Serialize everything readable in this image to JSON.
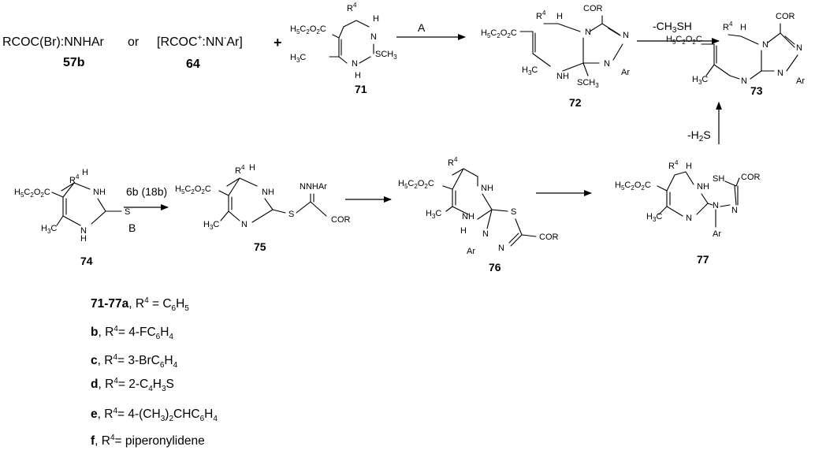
{
  "reagents": {
    "r57b_formula": "RCOC(Br):NNHAr",
    "r57b_label": "57b",
    "or_text": "or",
    "r64_formula_a": "[RCOC",
    "r64_formula_b": "+",
    "r64_formula_c": ":NN",
    "r64_formula_d": "-",
    "r64_formula_e": "Ar]",
    "r64_label": "64",
    "plus": "+"
  },
  "compounds": {
    "c71": "71",
    "c72": "72",
    "c73": "73",
    "c74": "74",
    "c75": "75",
    "c76": "76",
    "c77": "77"
  },
  "atoms": {
    "ester": "H5C2O2C",
    "methyl": "H3C",
    "NH": "NH",
    "N": "N",
    "H": "H",
    "S": "S",
    "SCH3": "SCH3",
    "COR": "COR",
    "Ar": "Ar",
    "R4": "R4",
    "SH": "SH",
    "NNHAr": "NNHAr"
  },
  "arrows": {
    "a_label": "A",
    "b_label": "B",
    "b_reagent": "6b (18b)",
    "elim_ch3sh": "-CH3SH",
    "elim_h2s": "-H2S"
  },
  "legend": [
    {
      "id": "71-77a",
      "sep": ", R",
      "sup": "4",
      "eq": " = ",
      "value": "C6H5"
    },
    {
      "id": "b",
      "sep": ", R",
      "sup": "4",
      "eq": "= ",
      "value": "4-FC6H4"
    },
    {
      "id": "c",
      "sep": ", R",
      "sup": "4",
      "eq": "= ",
      "value": "3-BrC6H4"
    },
    {
      "id": "d",
      "sep": ", R",
      "sup": "4",
      "eq": "= ",
      "value": "2-C4H3S"
    },
    {
      "id": "e",
      "sep": ", R",
      "sup": "4",
      "eq": "= ",
      "value": "4-(CH3)2CHC6H4"
    },
    {
      "id": "f",
      "sep": ", R",
      "sup": "4",
      "eq": "= ",
      "value": "piperonylidene"
    }
  ]
}
